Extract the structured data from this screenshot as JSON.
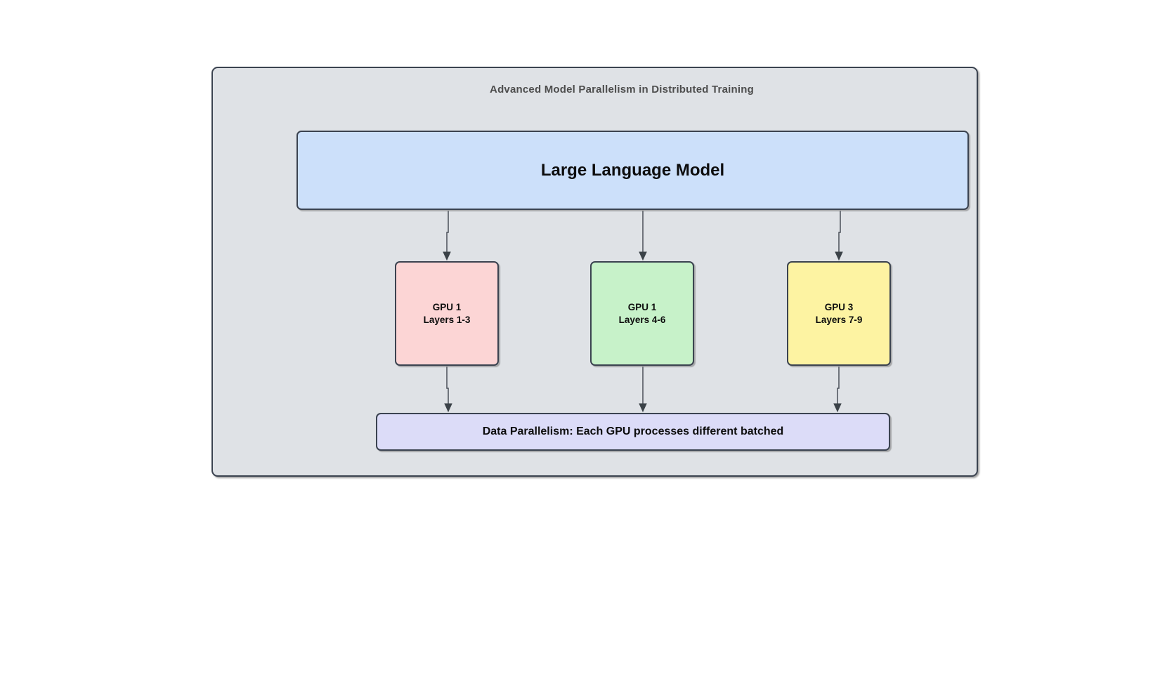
{
  "diagram": {
    "title": "Advanced Model Parallelism in Distributed Training",
    "colors": {
      "page_background": "#ffffff",
      "container_fill": "#dfe2e6",
      "border": "#3b4350",
      "edge": "#4a5059",
      "arrowhead": "#3b4248",
      "title_text": "#4d4d4d",
      "node_text": "#0d0d0d"
    },
    "nodes": {
      "llm": {
        "label": "Large Language Model",
        "fill": "#cce0fa"
      },
      "gpu1": {
        "line1": "GPU 1",
        "line2": "Layers 1-3",
        "fill": "#fcd5d5"
      },
      "gpu2": {
        "line1": "GPU 1",
        "line2": "Layers 4-6",
        "fill": "#c7f2c9"
      },
      "gpu3": {
        "line1": "GPU 3",
        "line2": "Layers 7-9",
        "fill": "#fdf3a2"
      },
      "data_parallelism": {
        "label": "Data Parallelism: Each GPU processes different batched",
        "fill": "#dcdcf8"
      }
    },
    "edges": [
      {
        "from": "llm",
        "to": "gpu1"
      },
      {
        "from": "llm",
        "to": "gpu2"
      },
      {
        "from": "llm",
        "to": "gpu3"
      },
      {
        "from": "gpu1",
        "to": "data_parallelism"
      },
      {
        "from": "gpu2",
        "to": "data_parallelism"
      },
      {
        "from": "gpu3",
        "to": "data_parallelism"
      }
    ]
  }
}
